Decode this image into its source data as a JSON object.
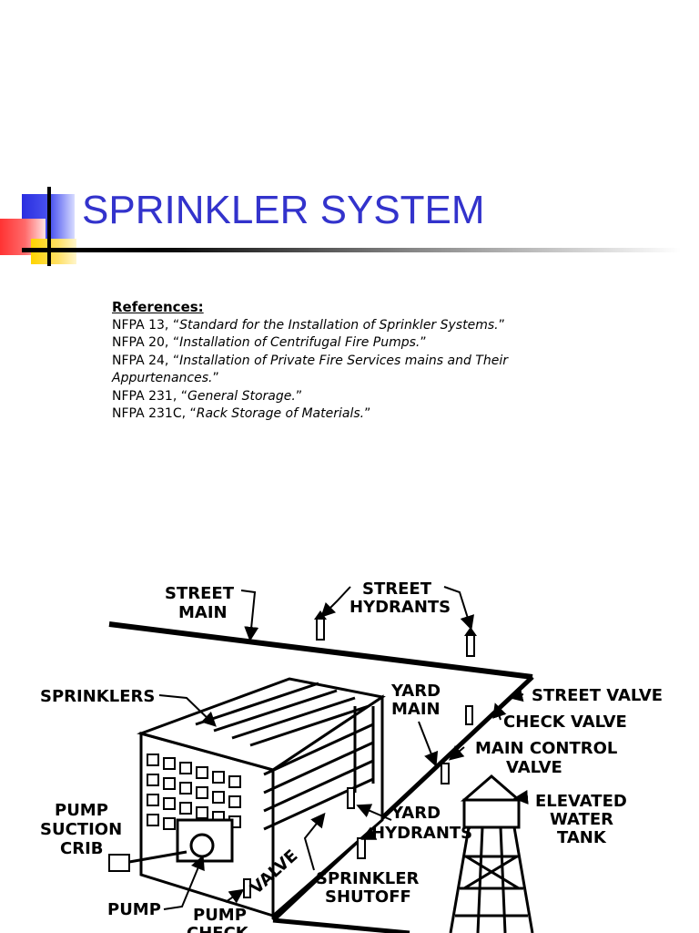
{
  "slide": {
    "title": "SPRINKLER SYSTEM"
  },
  "references": {
    "heading": "References:",
    "items": [
      {
        "prefix": "NFPA 13, “",
        "title": "Standard for the Installation of Sprinkler Systems.",
        "suffix": "”"
      },
      {
        "prefix": "NFPA 20, “",
        "title": "Installation of Centrifugal Fire Pumps.",
        "suffix": "”"
      },
      {
        "prefix": "NFPA 24, “",
        "title": "Installation of Private Fire Services mains and Their Appurtenances.",
        "suffix": "”"
      },
      {
        "prefix": "NFPA 231, “",
        "title": "General Storage.",
        "suffix": "”"
      },
      {
        "prefix": "NFPA 231C, “",
        "title": "Rack Storage of Materials.",
        "suffix": "”"
      }
    ]
  },
  "diagram": {
    "labels": {
      "street_main_1": "STREET",
      "street_main_2": "MAIN",
      "street_hydrants_1": "STREET",
      "street_hydrants_2": "HYDRANTS",
      "sprinklers": "SPRINKLERS",
      "yard_main_1": "YARD",
      "yard_main_2": "MAIN",
      "street_valve": "STREET VALVE",
      "check_valve": "CHECK VALVE",
      "main_control_1": "MAIN CONTROL",
      "main_control_2": "VALVE",
      "elevated_1": "ELEVATED",
      "elevated_2": "WATER",
      "elevated_3": "TANK",
      "pump_suction_1": "PUMP",
      "pump_suction_2": "SUCTION",
      "pump_suction_3": "CRIB",
      "yard_hydrants_1": "YARD",
      "yard_hydrants_2": "HYDRANTS",
      "valve": "VALVE",
      "sprinkler_shutoff_1": "SPRINKLER",
      "sprinkler_shutoff_2": "SHUTOFF",
      "pump": "PUMP",
      "pump_check_1": "PUMP",
      "pump_check_2": "CHECK"
    }
  }
}
